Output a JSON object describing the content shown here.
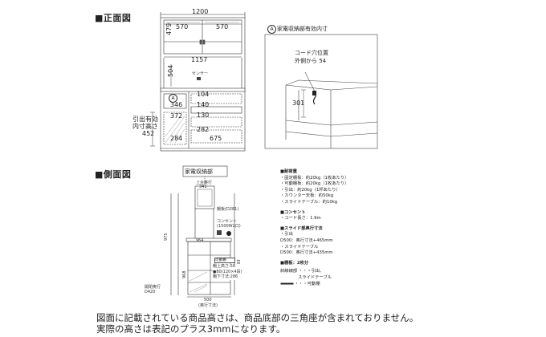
{
  "front_view": {
    "title": "■正面図",
    "width": "1200",
    "top_left": "570",
    "top_right": "570",
    "top_height": "479",
    "inner_width": "1157",
    "middle_height": "504",
    "sensor": "センサー",
    "circle_label": "A",
    "d1": "104",
    "d2": "346",
    "d3": "140",
    "d4": "372",
    "d5": "130",
    "d6": "282",
    "d7": "284",
    "d8": "675",
    "drawer_label_line1": "引出有効",
    "drawer_label_line2": "内寸高さ",
    "drawer_label_line3": "452"
  },
  "detail": {
    "circle_label": "A",
    "title": "家電収納部有効内寸",
    "cord_line1": "コード穴位置",
    "cord_line2": "外側から 54",
    "height": "301"
  },
  "side_view": {
    "title": "■側面図",
    "box_title": "家電収納部",
    "top_label": "上台奥行",
    "top_depth": "341",
    "shelf_label": "棚板(D281)",
    "outlet_line1": "コンセント",
    "outlet_line2": "(1500W2口)",
    "dim_964": "964",
    "dim_975": "975",
    "dim_1893": "1893",
    "dim_968": "968",
    "cab_label": "可動棚",
    "cab_dims": [
      "棚上高さ:58",
      "●80(120×4段)",
      "棚下寸法:286"
    ],
    "base_label_line1": "開閉奥行",
    "base_label_line2": "D420",
    "bottom_width": "500",
    "bottom_sub": "(奥行寸法)"
  },
  "specs": {
    "load_title": "■耐荷重",
    "load_items": [
      "・固定棚板：約20kg（1枚あたり）",
      "・可動棚板：約20kg（1枚あたり）",
      "・引出：約20kg（1杯あたり）",
      "・カウンター天板：約50kg",
      "・スライドテーブル：約10kg"
    ],
    "outlet_title": "■コンセント",
    "outlet_items": [
      "・コード長さ：1.9m"
    ],
    "slide_title": "■スライド部奥行寸法",
    "slide_items": [
      "・引出",
      "D500：奥行寸法+465mm",
      "・スライドテーブル",
      "D500：奥行寸法+435mm"
    ],
    "movable_title": "■棚板：2枚分",
    "legend_line1": "斜線線部 ・・・引出、",
    "legend_line2": "スライドテーブル",
    "legend_line3": "・・・可動棚"
  },
  "footnote": {
    "line1": "図面に記載されている商品高さは、商品底部の三角座が含まれておりません。",
    "line2": "実際の高さは表記のプラス3mmになります。"
  }
}
